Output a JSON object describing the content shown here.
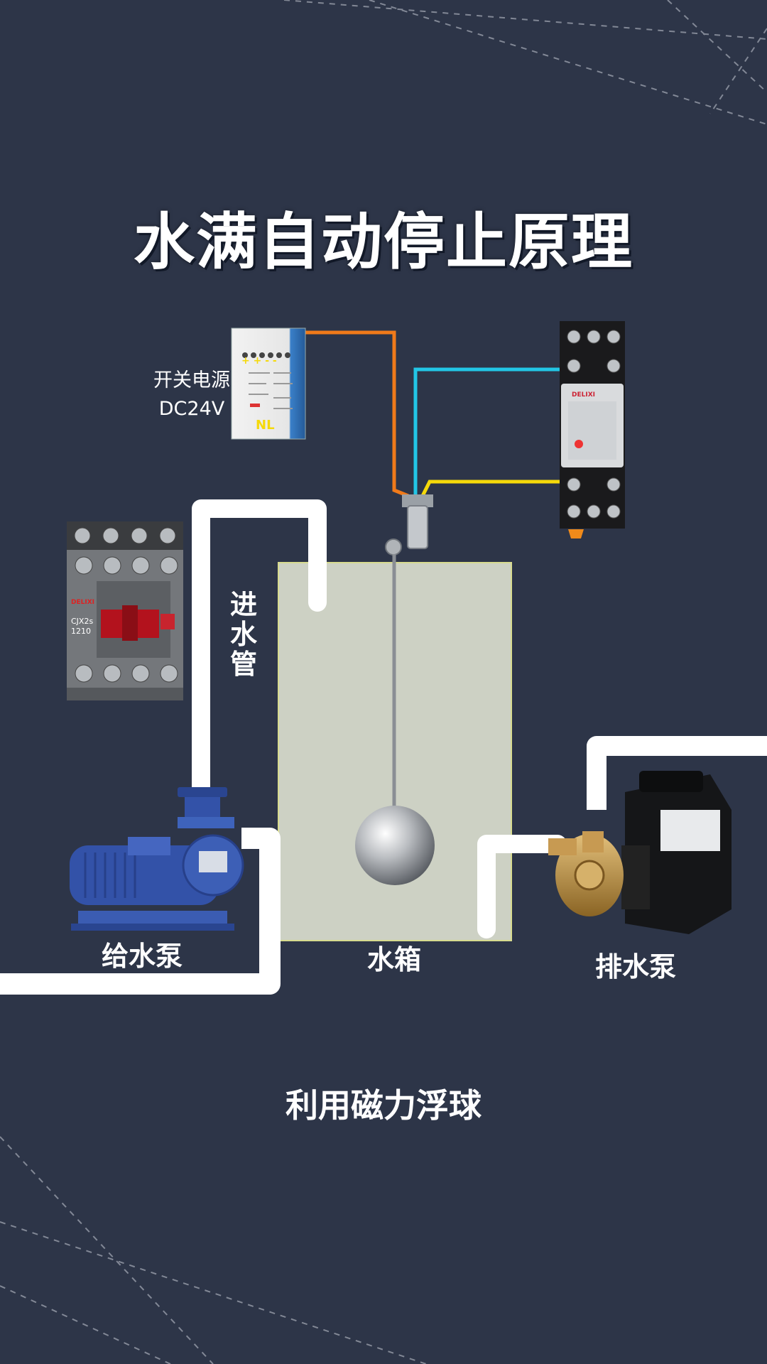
{
  "title": "水满自动停止原理",
  "caption": "利用磁力浮球",
  "labels": {
    "power_supply_line1": "开关电源",
    "power_supply_line2": "DC24V",
    "inlet_pipe": "进水管",
    "supply_pump": "给水泵",
    "tank": "水箱",
    "drain_pump": "排水泵"
  },
  "device_text": {
    "psu_terminals": "NL",
    "contactor_brand": "DELIXI",
    "contactor_model": "CJX2s",
    "contactor_rating": "1210",
    "relay_brand": "DELIXI"
  },
  "colors": {
    "background": "#2d3548",
    "pipe": "#ffffff",
    "tank_fill": "#cdd1c4",
    "wire_orange": "#f07a1a",
    "wire_cyan": "#22c6e6",
    "wire_yellow": "#f5d90a",
    "pump_blue": "#3352a8",
    "brass": "#c0944a"
  }
}
